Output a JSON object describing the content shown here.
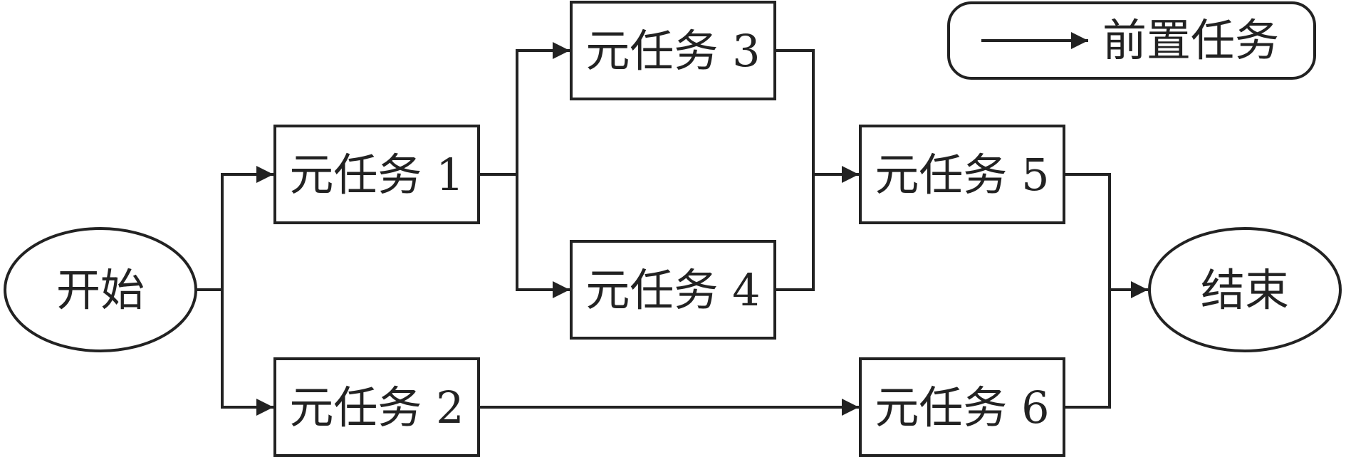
{
  "diagram": {
    "legend": {
      "label": "前置任务",
      "meaning": "arrow-icon"
    },
    "nodes": {
      "start": "开始",
      "end": "结束",
      "task1": "元任务 1",
      "task2": "元任务 2",
      "task3": "元任务 3",
      "task4": "元任务 4",
      "task5": "元任务 5",
      "task6": "元任务 6"
    },
    "edges": [
      [
        "开始",
        "元任务 1"
      ],
      [
        "开始",
        "元任务 2"
      ],
      [
        "元任务 1",
        "元任务 3"
      ],
      [
        "元任务 1",
        "元任务 4"
      ],
      [
        "元任务 3",
        "元任务 5"
      ],
      [
        "元任务 4",
        "元任务 5"
      ],
      [
        "元任务 2",
        "元任务 6"
      ],
      [
        "元任务 5",
        "结束"
      ],
      [
        "元任务 6",
        "结束"
      ]
    ],
    "colors": {
      "stroke": "#222222",
      "background": "#ffffff"
    }
  }
}
